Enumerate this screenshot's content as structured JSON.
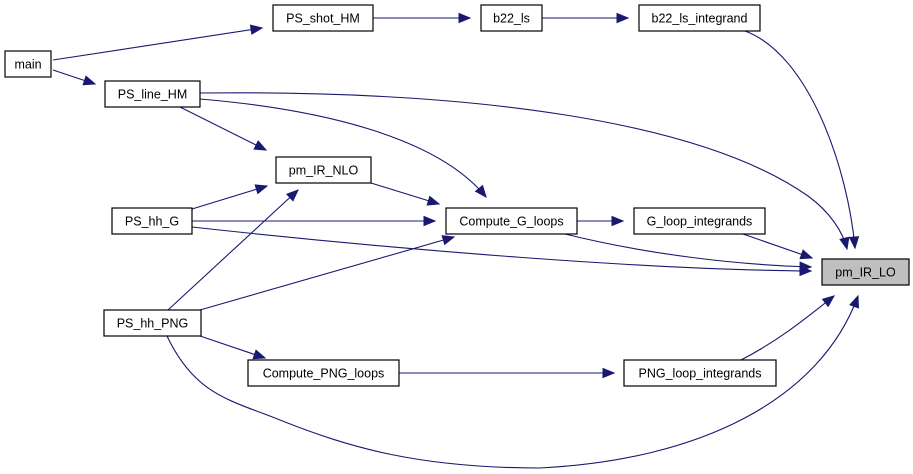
{
  "graph": {
    "title": "pm_IR_LO caller graph",
    "colors": {
      "edge": "#191970",
      "node_border": "#000000",
      "node_fill": "#ffffff",
      "highlight_fill": "#bfbfbf"
    },
    "nodes": [
      {
        "id": "main",
        "label": "main"
      },
      {
        "id": "PS_shot_HM",
        "label": "PS_shot_HM"
      },
      {
        "id": "b22_ls",
        "label": "b22_ls"
      },
      {
        "id": "b22_ls_integrand",
        "label": "b22_ls_integrand"
      },
      {
        "id": "PS_line_HM",
        "label": "PS_line_HM"
      },
      {
        "id": "pm_IR_NLO",
        "label": "pm_IR_NLO"
      },
      {
        "id": "PS_hh_G",
        "label": "PS_hh_G"
      },
      {
        "id": "Compute_G_loops",
        "label": "Compute_G_loops"
      },
      {
        "id": "G_loop_integrands",
        "label": "G_loop_integrands"
      },
      {
        "id": "pm_IR_LO",
        "label": "pm_IR_LO",
        "highlight": true
      },
      {
        "id": "PS_hh_PNG",
        "label": "PS_hh_PNG"
      },
      {
        "id": "Compute_PNG_loops",
        "label": "Compute_PNG_loops"
      },
      {
        "id": "PNG_loop_integrands",
        "label": "PNG_loop_integrands"
      }
    ],
    "edges": [
      {
        "from": "main",
        "to": "PS_shot_HM"
      },
      {
        "from": "main",
        "to": "PS_line_HM"
      },
      {
        "from": "PS_shot_HM",
        "to": "b22_ls"
      },
      {
        "from": "b22_ls",
        "to": "b22_ls_integrand"
      },
      {
        "from": "b22_ls_integrand",
        "to": "pm_IR_LO"
      },
      {
        "from": "PS_line_HM",
        "to": "pm_IR_LO"
      },
      {
        "from": "PS_line_HM",
        "to": "Compute_G_loops"
      },
      {
        "from": "PS_line_HM",
        "to": "pm_IR_NLO"
      },
      {
        "from": "pm_IR_NLO",
        "to": "Compute_G_loops"
      },
      {
        "from": "PS_hh_G",
        "to": "pm_IR_NLO"
      },
      {
        "from": "PS_hh_G",
        "to": "Compute_G_loops"
      },
      {
        "from": "PS_hh_G",
        "to": "pm_IR_LO"
      },
      {
        "from": "Compute_G_loops",
        "to": "G_loop_integrands"
      },
      {
        "from": "Compute_G_loops",
        "to": "pm_IR_LO"
      },
      {
        "from": "G_loop_integrands",
        "to": "pm_IR_LO"
      },
      {
        "from": "PS_hh_PNG",
        "to": "pm_IR_NLO"
      },
      {
        "from": "PS_hh_PNG",
        "to": "Compute_G_loops"
      },
      {
        "from": "PS_hh_PNG",
        "to": "Compute_PNG_loops"
      },
      {
        "from": "PS_hh_PNG",
        "to": "pm_IR_LO"
      },
      {
        "from": "Compute_PNG_loops",
        "to": "PNG_loop_integrands"
      },
      {
        "from": "PNG_loop_integrands",
        "to": "pm_IR_LO"
      }
    ]
  }
}
